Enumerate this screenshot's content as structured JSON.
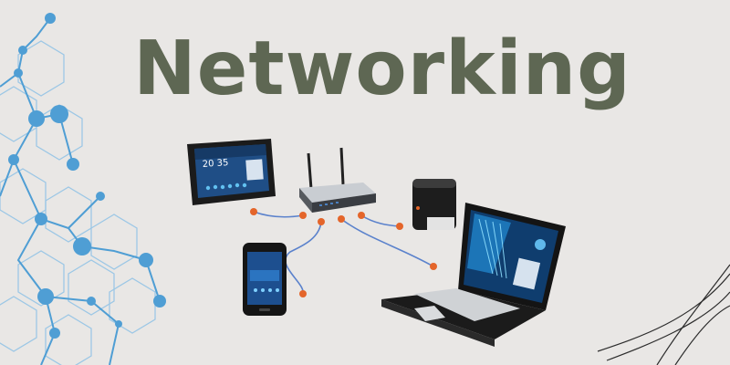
{
  "banner": {
    "title": "Networking",
    "colors": {
      "title": "#5e6753",
      "background": "#e9e7e5",
      "hex_network": "#4f9ed4",
      "cable": "#5b82cc",
      "connector": "#e4652a"
    }
  },
  "devices": {
    "tablet": {
      "clock": "20 35"
    }
  },
  "icons": [
    "hex-network-decoration",
    "router-icon",
    "tablet-icon",
    "smartphone-icon",
    "laptop-icon",
    "storage-drive-icon",
    "curve-lines-decoration"
  ]
}
